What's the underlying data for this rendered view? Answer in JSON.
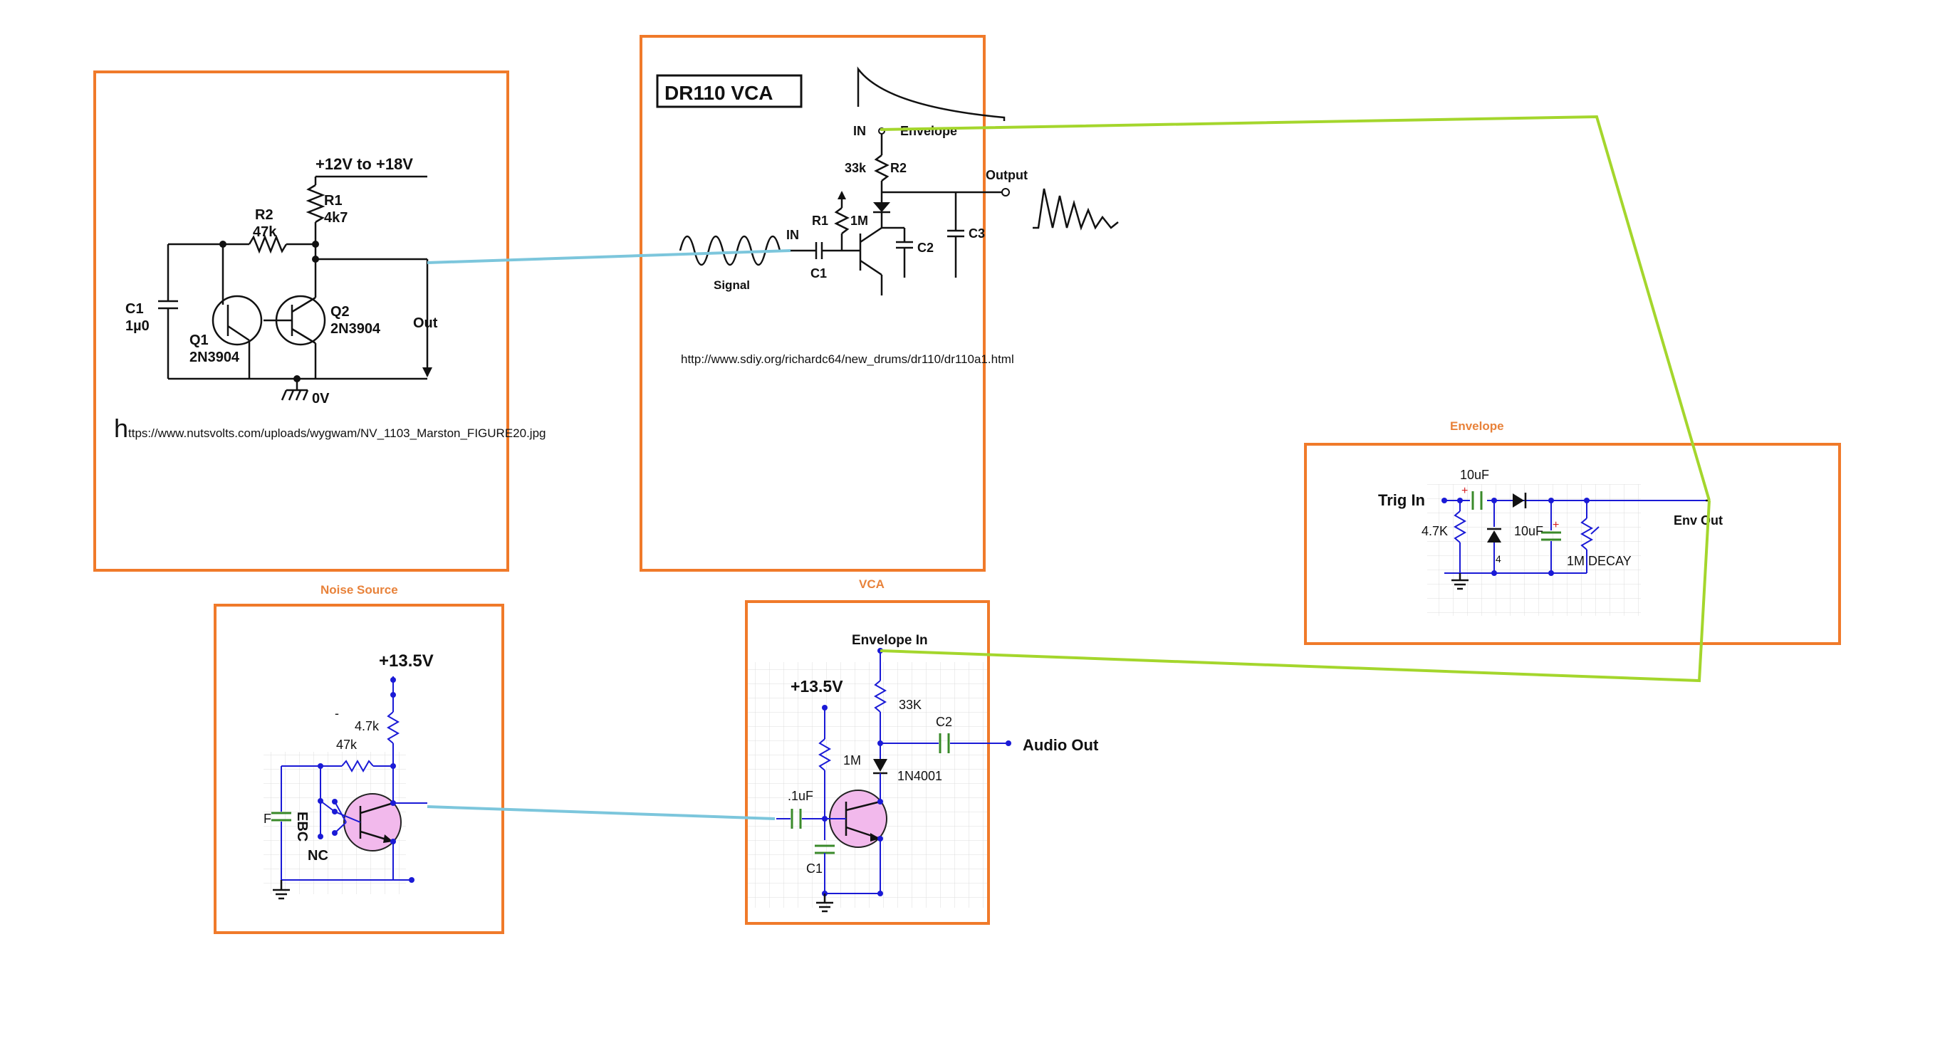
{
  "panels": {
    "noise_ref": {
      "supply": "+12V to +18V",
      "r1": "R1",
      "r1_val": "4k7",
      "r2": "R2",
      "r2_val": "47k",
      "c1": "C1",
      "c1_val": "1µ0",
      "q1": "Q1",
      "q1_part": "2N3904",
      "q2": "Q2",
      "q2_part": "2N3904",
      "out": "Out",
      "gnd": "0V",
      "url_first": "h",
      "url_rest": "ttps://www.nutsvolts.com/uploads/wygwam/NV_1103_Marston_FIGURE20.jpg"
    },
    "dr110": {
      "title": "DR110 VCA",
      "in_top": "IN",
      "envelope": "Envelope",
      "r2_val": "33k",
      "r2": "R2",
      "output": "Output",
      "r1": "R1",
      "r1_val": "1M",
      "in_left": "IN",
      "c1": "C1",
      "c2": "C2",
      "c3": "C3",
      "signal": "Signal",
      "url": "http://www.sdiy.org/richardc64/new_drums/dr110/dr110a1.html"
    },
    "noise_source": {
      "label": "Noise Source",
      "supply": "+13.5V",
      "r_top": "4.7k",
      "r_side": "47k",
      "ebc": "EBC",
      "nc": "NC",
      "f": "F",
      "dash": "-"
    },
    "vca": {
      "label": "VCA",
      "env_in": "Envelope In",
      "supply": "+13.5V",
      "r1": "33K",
      "r2": "1M",
      "diode": "1N4001",
      "c2": "C2",
      "audio_out": "Audio Out",
      "cap_in": ".1uF",
      "c1": "C1"
    },
    "envelope": {
      "label": "Envelope",
      "trig_in": "Trig In",
      "cap1": "10uF",
      "res": "4.7K",
      "diode_num": "4",
      "cap2": "10uF",
      "pot": "1M DECAY",
      "env_out": "Env Out",
      "plus": "+"
    }
  },
  "colors": {
    "frame": "#f07a2a",
    "link_blue": "#7cc6dc",
    "link_green": "#a4d62c",
    "schematic_wire_blue": "#1a1ad6",
    "transistor_fill": "#f2b9ec",
    "cap_green": "#3a8a2a",
    "plus_red": "#d62020"
  }
}
